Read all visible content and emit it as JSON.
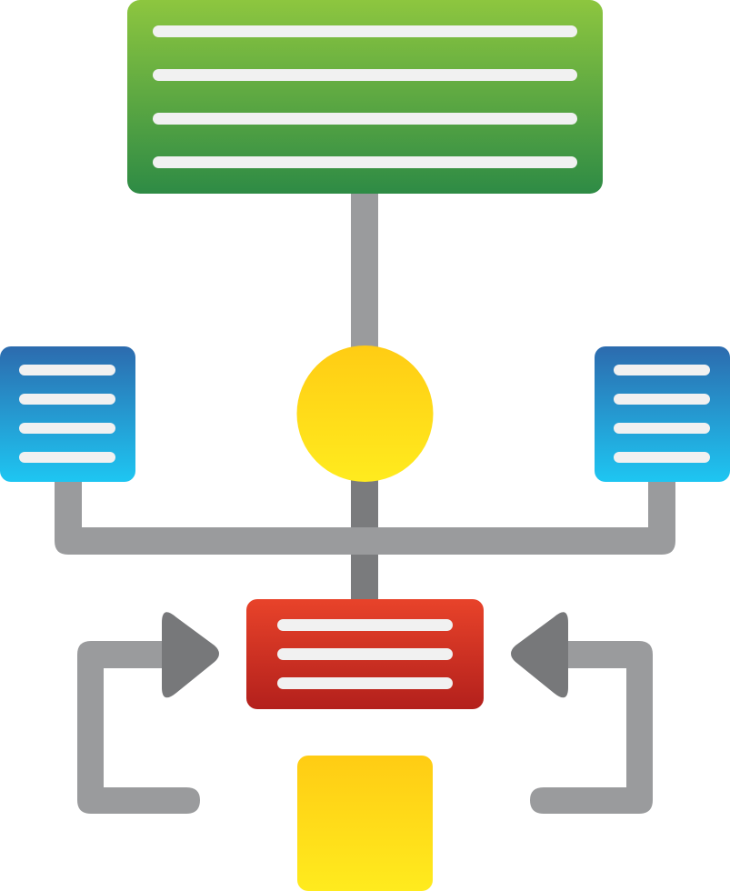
{
  "diagram": {
    "nodes": [
      {
        "id": "top-block",
        "shape": "rounded-rectangle",
        "lines": 4,
        "color_top": "#8DC63F",
        "color_bottom": "#2E8B45"
      },
      {
        "id": "left-block",
        "shape": "rounded-rectangle",
        "lines": 4,
        "color_top": "#2C6BAE",
        "color_bottom": "#1EC6F2"
      },
      {
        "id": "right-block",
        "shape": "rounded-rectangle",
        "lines": 4,
        "color_top": "#2C6BAE",
        "color_bottom": "#1EC6F2"
      },
      {
        "id": "center-circle",
        "shape": "circle",
        "color_top": "#FFCC14",
        "color_bottom": "#FFEB1E"
      },
      {
        "id": "process-block",
        "shape": "rounded-rectangle",
        "lines": 3,
        "color_top": "#E8432A",
        "color_bottom": "#B3201C"
      },
      {
        "id": "bottom-square",
        "shape": "rounded-square",
        "color_top": "#FFCC14",
        "color_bottom": "#FFEB1E"
      }
    ],
    "connectors": {
      "color": "#9A9B9D",
      "dark_color": "#7A7B7D",
      "arrow_color": "#77787A"
    },
    "line_color": "#F1F1F1",
    "icons": [
      "flowchart-icon",
      "right-arrow-icon",
      "left-arrow-icon"
    ]
  }
}
